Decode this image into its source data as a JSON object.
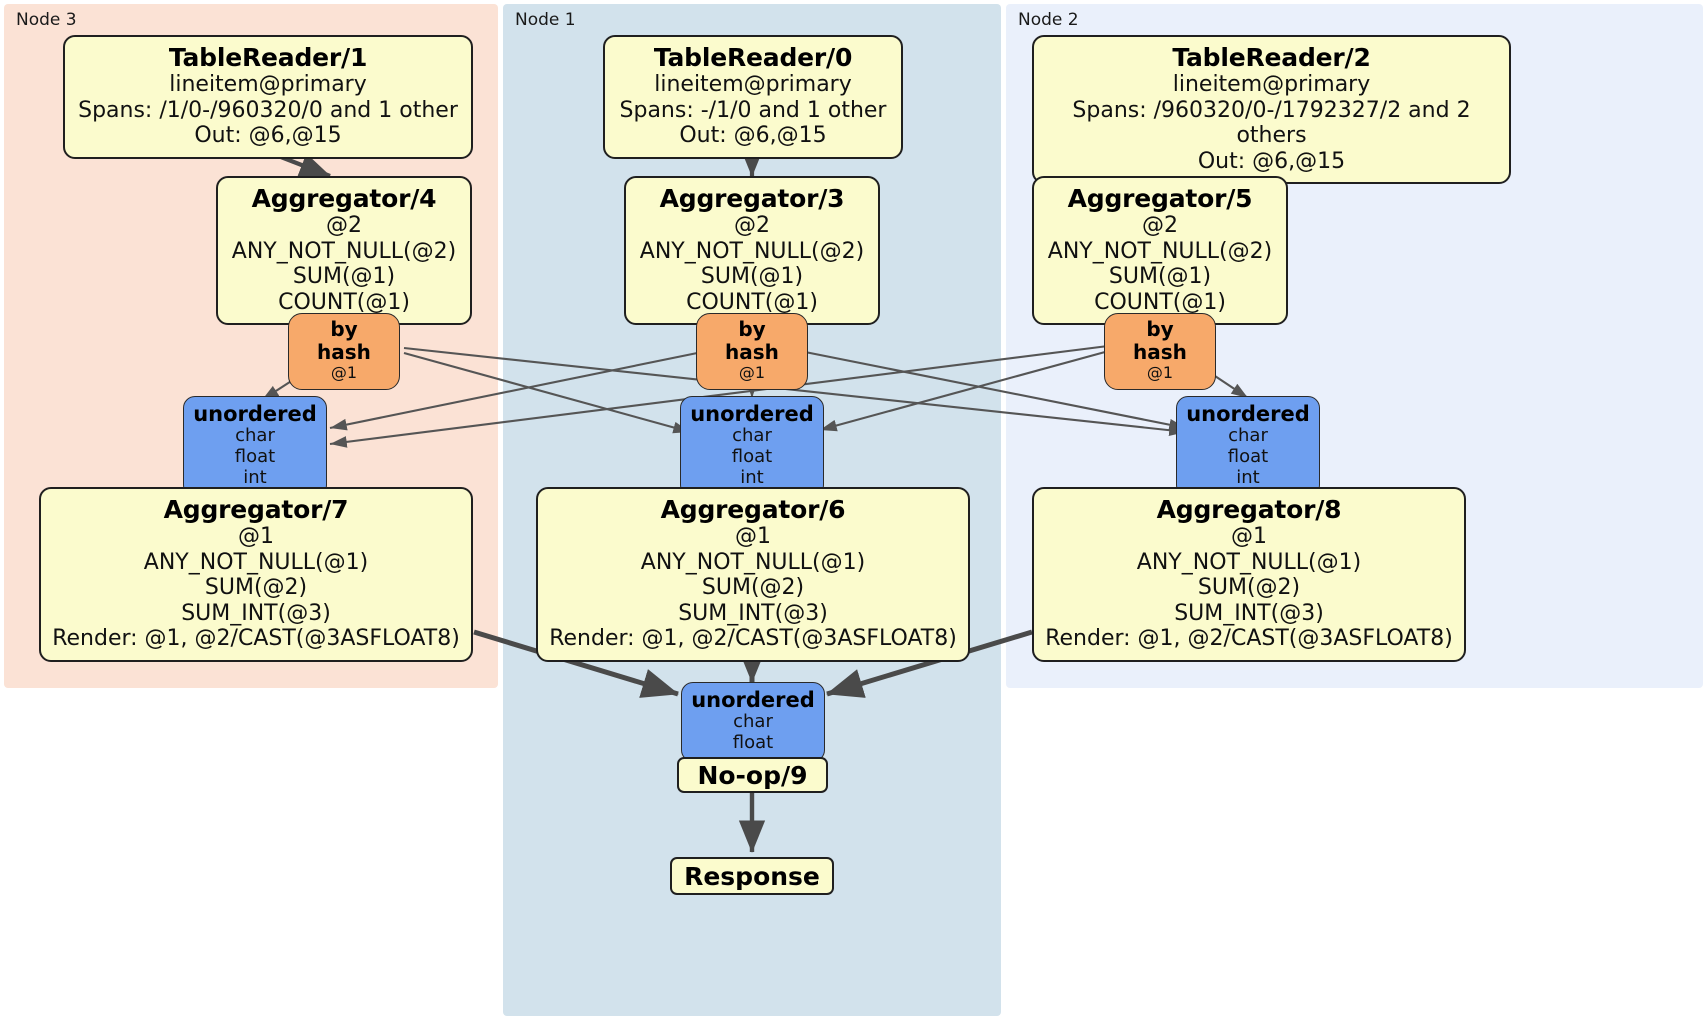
{
  "diagram": {
    "title": "Distributed SQL query physical plan",
    "colors": {
      "node3_panel": "#fbe2d5",
      "node1_panel": "#d2e2ec",
      "node2_panel": "#eaf0fb",
      "processor_fill": "#fbfbcd",
      "processor_stroke": "#1f1f1f",
      "hash_router_fill": "#f7a96a",
      "synchronizer_fill": "#6e9ff0",
      "edge_stroke": "#4a4a4a",
      "thin_edge_stroke": "#555555"
    }
  },
  "panels": [
    {
      "id": "node3",
      "label": "Node 3"
    },
    {
      "id": "node1",
      "label": "Node 1"
    },
    {
      "id": "node2",
      "label": "Node 2"
    }
  ],
  "table_readers": [
    {
      "id": "tr1",
      "title": "TableReader/1",
      "lines": [
        "lineitem@primary",
        "Spans: /1/0-/960320/0 and 1 other",
        "Out: @6,@15"
      ]
    },
    {
      "id": "tr0",
      "title": "TableReader/0",
      "lines": [
        "lineitem@primary",
        "Spans: -/1/0 and 1 other",
        "Out: @6,@15"
      ]
    },
    {
      "id": "tr2",
      "title": "TableReader/2",
      "lines": [
        "lineitem@primary",
        "Spans: /960320/0-/1792327/2 and 2 others",
        "Out: @6,@15"
      ]
    }
  ],
  "aggregators_stage1": [
    {
      "id": "agg4",
      "title": "Aggregator/4",
      "lines": [
        "@2",
        "ANY_NOT_NULL(@2)",
        "SUM(@1)",
        "COUNT(@1)"
      ]
    },
    {
      "id": "agg3",
      "title": "Aggregator/3",
      "lines": [
        "@2",
        "ANY_NOT_NULL(@2)",
        "SUM(@1)",
        "COUNT(@1)"
      ]
    },
    {
      "id": "agg5",
      "title": "Aggregator/5",
      "lines": [
        "@2",
        "ANY_NOT_NULL(@2)",
        "SUM(@1)",
        "COUNT(@1)"
      ]
    }
  ],
  "hash_routers": [
    {
      "id": "hash-left",
      "title": "by hash",
      "lines": [
        "@1"
      ]
    },
    {
      "id": "hash-center",
      "title": "by hash",
      "lines": [
        "@1"
      ]
    },
    {
      "id": "hash-right",
      "title": "by hash",
      "lines": [
        "@1"
      ]
    }
  ],
  "synchronizers_stage1": [
    {
      "id": "sync-left",
      "title": "unordered",
      "lines": [
        "char",
        "float",
        "int"
      ]
    },
    {
      "id": "sync-center",
      "title": "unordered",
      "lines": [
        "char",
        "float",
        "int"
      ]
    },
    {
      "id": "sync-right",
      "title": "unordered",
      "lines": [
        "char",
        "float",
        "int"
      ]
    }
  ],
  "aggregators_stage2": [
    {
      "id": "agg7",
      "title": "Aggregator/7",
      "lines": [
        "@1",
        "ANY_NOT_NULL(@1)",
        "SUM(@2)",
        "SUM_INT(@3)",
        "Render: @1, @2/CAST(@3ASFLOAT8)"
      ]
    },
    {
      "id": "agg6",
      "title": "Aggregator/6",
      "lines": [
        "@1",
        "ANY_NOT_NULL(@1)",
        "SUM(@2)",
        "SUM_INT(@3)",
        "Render: @1, @2/CAST(@3ASFLOAT8)"
      ]
    },
    {
      "id": "agg8",
      "title": "Aggregator/8",
      "lines": [
        "@1",
        "ANY_NOT_NULL(@1)",
        "SUM(@2)",
        "SUM_INT(@3)",
        "Render: @1, @2/CAST(@3ASFLOAT8)"
      ]
    }
  ],
  "final_synchronizer": {
    "id": "sync-final",
    "title": "unordered",
    "lines": [
      "char",
      "float"
    ]
  },
  "noop": {
    "id": "noop9",
    "title": "No-op/9"
  },
  "response": {
    "id": "response",
    "title": "Response"
  }
}
